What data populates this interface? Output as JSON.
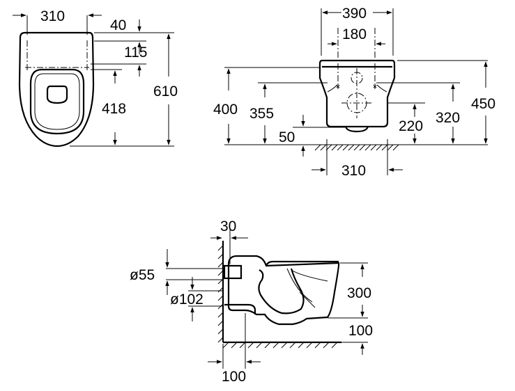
{
  "top_view": {
    "width": "310",
    "offset_top": "40",
    "hole_offset": "115",
    "hole_to_front": "418",
    "depth": "610"
  },
  "front_view": {
    "width": "390",
    "fixing_spacing": "180",
    "height_bottom": "400",
    "fixing_height": "355",
    "outlet_height": "50",
    "inlet_height": "220",
    "inlet2_height": "320",
    "height_top": "450",
    "floor_width": "310"
  },
  "side_view": {
    "wall_gap": "30",
    "inlet_diameter": "ø55",
    "outlet_diameter": "ø102",
    "height": "300",
    "floor_gap": "100",
    "wall_offset": "100"
  }
}
